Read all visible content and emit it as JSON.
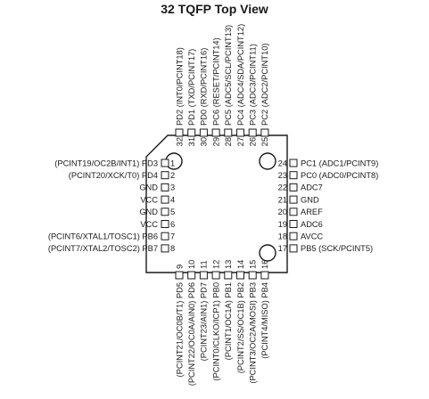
{
  "title": "32 TQFP Top View",
  "pins_left": [
    {
      "num": "1",
      "label": "(PCINT19/OC2B/INT1) PD3"
    },
    {
      "num": "2",
      "label": "(PCINT20/XCK/T0) PD4"
    },
    {
      "num": "3",
      "label": "GND"
    },
    {
      "num": "4",
      "label": "VCC"
    },
    {
      "num": "5",
      "label": "GND"
    },
    {
      "num": "6",
      "label": "VCC"
    },
    {
      "num": "7",
      "label": "(PCINT6/XTAL1/TOSC1) PB6"
    },
    {
      "num": "8",
      "label": "(PCINT7/XTAL2/TOSC2) PB7"
    }
  ],
  "pins_bottom": [
    {
      "num": "9",
      "label": "(PCINT21/OC0B/T1) PD5"
    },
    {
      "num": "10",
      "label": "(PCINT22/OC0A/AIN0) PD6"
    },
    {
      "num": "11",
      "label": "(PCINT23/AIN1) PD7"
    },
    {
      "num": "12",
      "label": "(PCINT0/CLKO/ICP1) PB0"
    },
    {
      "num": "13",
      "label": "(PCINT1/OC1A) PB1"
    },
    {
      "num": "14",
      "label": "(PCINT2/SS/OC1B) PB2"
    },
    {
      "num": "15",
      "label": "(PCINT3/OC2A/MOSI) PB3"
    },
    {
      "num": "16",
      "label": "(PCINT4/MISO) PB4"
    }
  ],
  "pins_right": [
    {
      "num": "24",
      "label": "PC1 (ADC1/PCINT9)"
    },
    {
      "num": "23",
      "label": "PC0 (ADC0/PCINT8)"
    },
    {
      "num": "22",
      "label": "ADC7"
    },
    {
      "num": "21",
      "label": "GND"
    },
    {
      "num": "20",
      "label": "AREF"
    },
    {
      "num": "19",
      "label": "ADC6"
    },
    {
      "num": "18",
      "label": "AVCC"
    },
    {
      "num": "17",
      "label": "PB5 (SCK/PCINT5)"
    }
  ],
  "pins_top": [
    {
      "num": "32",
      "label": "PD2 (INT0/PCINT18)"
    },
    {
      "num": "31",
      "label": "PD1 (TXD/PCINT17)"
    },
    {
      "num": "30",
      "label": "PD0 (RXD/PCINT16)"
    },
    {
      "num": "29",
      "label": "PC6 (RESET/PCINT14)"
    },
    {
      "num": "28",
      "label": "PC5 (ADC5/SCL/PCINT13)"
    },
    {
      "num": "27",
      "label": "PC4 (ADC4/SDA/PCINT12)"
    },
    {
      "num": "26",
      "label": "PC3 (ADC3/PCINT11)"
    },
    {
      "num": "25",
      "label": "PC2 (ADC2/PCINT10)"
    }
  ]
}
